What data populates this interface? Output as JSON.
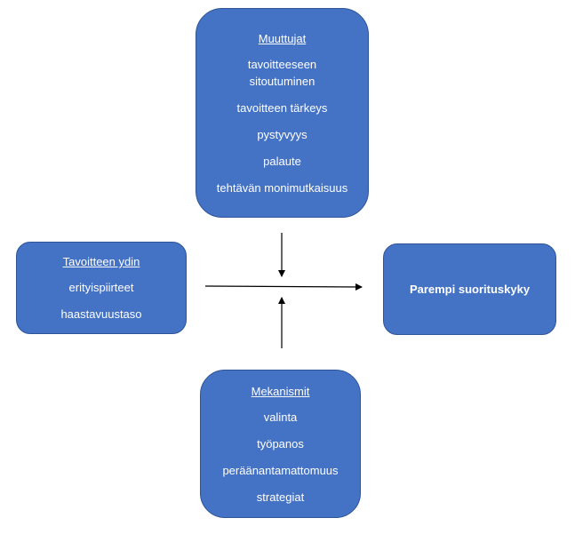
{
  "muuttujat": {
    "title": "Muuttujat",
    "items": [
      "tavoitteeseen sitoutuminen",
      "tavoitteen tärkeys",
      "pystyvyys",
      "palaute",
      "tehtävän monimutkaisuus"
    ]
  },
  "tavoitteen_ydin": {
    "title": "Tavoitteen ydin",
    "items": [
      "erityispiirteet",
      "haastavuustaso"
    ]
  },
  "tulos": {
    "title": "Parempi suorituskyky"
  },
  "mekanismit": {
    "title": "Mekanismit",
    "items": [
      "valinta",
      "työpanos",
      "peräänantamattomuus",
      "strategiat"
    ]
  },
  "colors": {
    "box_fill": "#4472C4",
    "box_border": "#2F5597",
    "text": "#FFFFFF",
    "arrow": "#000000"
  }
}
